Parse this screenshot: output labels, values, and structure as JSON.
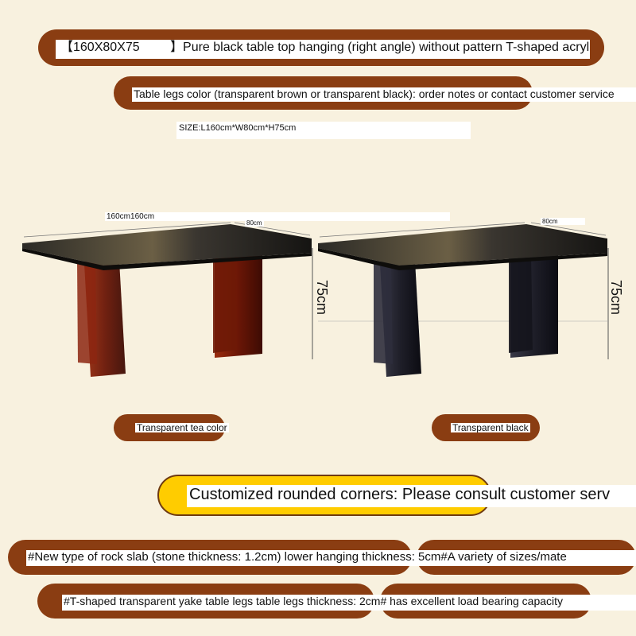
{
  "header": {
    "size_code": "【160X80X75",
    "size_code_close": "】",
    "description": "Pure black table top hanging (right angle) without pattern   T-shaped acrylic l"
  },
  "legs_note": "Table legs color (transparent brown or transparent black): order notes or contact customer service",
  "size_line": "SIZE:L160cm*W80cm*H75cm",
  "dimensions": {
    "length_left": "160cm160cm",
    "width_left": "80cm",
    "width_right": "80cm",
    "height_left": "75cm",
    "height_right": "75cm"
  },
  "variants": [
    {
      "label": "Transparent tea color"
    },
    {
      "label": "Transparent black"
    }
  ],
  "custom_corners": "Customized rounded corners: Please consult customer serv",
  "features": [
    "#New type of rock slab (stone thickness: 1.2cm) lower hanging thickness: 5cm#A variety of sizes/mate",
    "#T-shaped transparent yake table legs table legs thickness: 2cm# has excellent load bearing capacity"
  ],
  "colors": {
    "pill_brown": "#8a3d12",
    "pill_yellow": "#ffcc00",
    "background": "#f8f1df",
    "leg_tea": "#7a1a0a",
    "leg_black": "#1a1a22"
  }
}
